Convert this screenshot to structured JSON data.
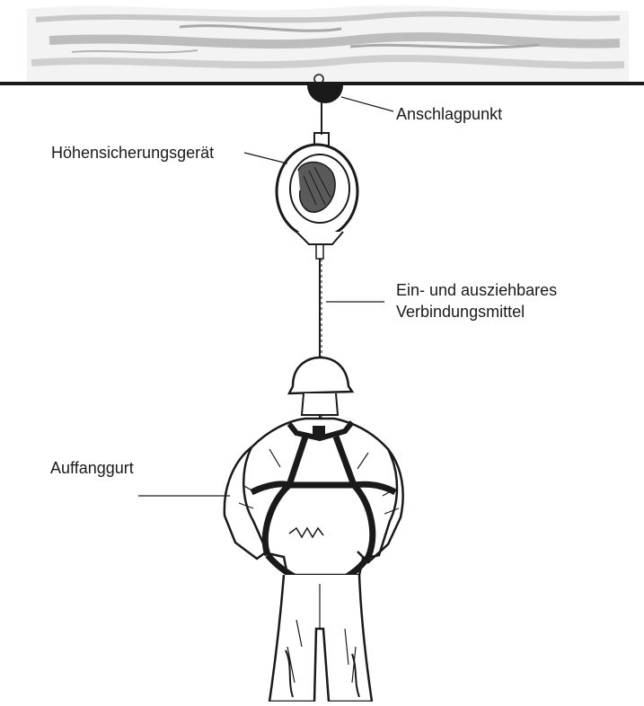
{
  "labels": {
    "anchor_point": "Anschlagpunkt",
    "fall_arrester": "Höhensicherungsgerät",
    "connector_line1": "Ein- und ausziehbares",
    "connector_line2": "Verbindungsmittel",
    "harness": "Auffanggurt"
  },
  "colors": {
    "ink": "#1a1a1a",
    "background": "#ffffff",
    "ceiling_shade": "#c8c8c8"
  }
}
